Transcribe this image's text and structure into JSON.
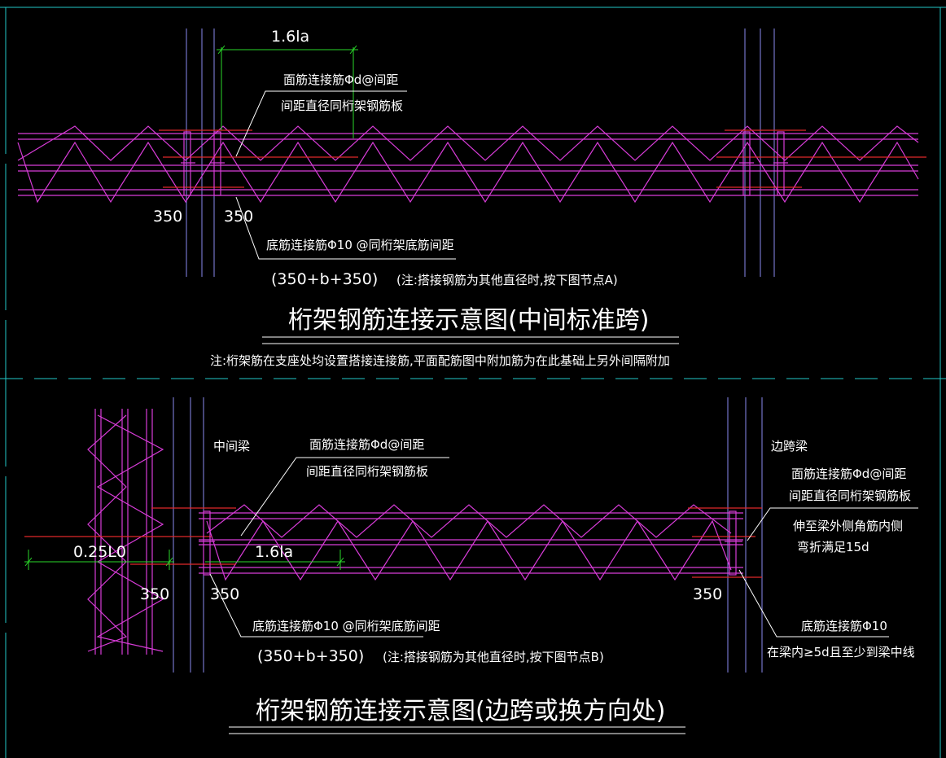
{
  "colors": {
    "background": "#000000",
    "truss": "#d83cd8",
    "rebar_red": "#e0282a",
    "dim_green": "#2ad82a",
    "axis_blue": "#7a7ae6",
    "cyan": "#22c8c8",
    "text": "#ffffff"
  },
  "top": {
    "dim_label": "1.6la",
    "face_note_1": "面筋连接筋Φd@间距",
    "face_note_2": "间距直径同桁架钢筋板",
    "left_350": "350",
    "right_350": "350",
    "bottom_note": "底筋连接筋Φ10 @同桁架底筋间距",
    "formula": "(350+b+350)",
    "formula_note": "(注:搭接钢筋为其他直径时,按下图节点A)",
    "title": "桁架钢筋连接示意图(中间标准跨)",
    "general_note": "注:桁架筋在支座处均设置搭接连接筋,平面配筋图中附加筋为在此基础上另外间隔附加"
  },
  "bottom": {
    "mid_beam": "中间梁",
    "edge_beam": "边跨梁",
    "face_note_1": "面筋连接筋Φd@间距",
    "face_note_2": "间距直径同桁架钢筋板",
    "right_note_1": "面筋连接筋Φd@间距",
    "right_note_2": "间距直径同桁架钢筋板",
    "right_note_3": "伸至梁外侧角筋内侧",
    "right_note_4": "弯折满足15d",
    "dim_025": "0.25L0",
    "dim_16": "1.6la",
    "left_350": "350",
    "mid_350": "350",
    "right_350": "350",
    "bottom_note": "底筋连接筋Φ10 @同桁架底筋间距",
    "formula": "(350+b+350)",
    "formula_note": "(注:搭接钢筋为其他直径时,按下图节点B)",
    "right_bottom_1": "底筋连接筋Φ10",
    "right_bottom_2": "在梁内≥5d且至少到梁中线",
    "title": "桁架钢筋连接示意图(边跨或换方向处)"
  }
}
